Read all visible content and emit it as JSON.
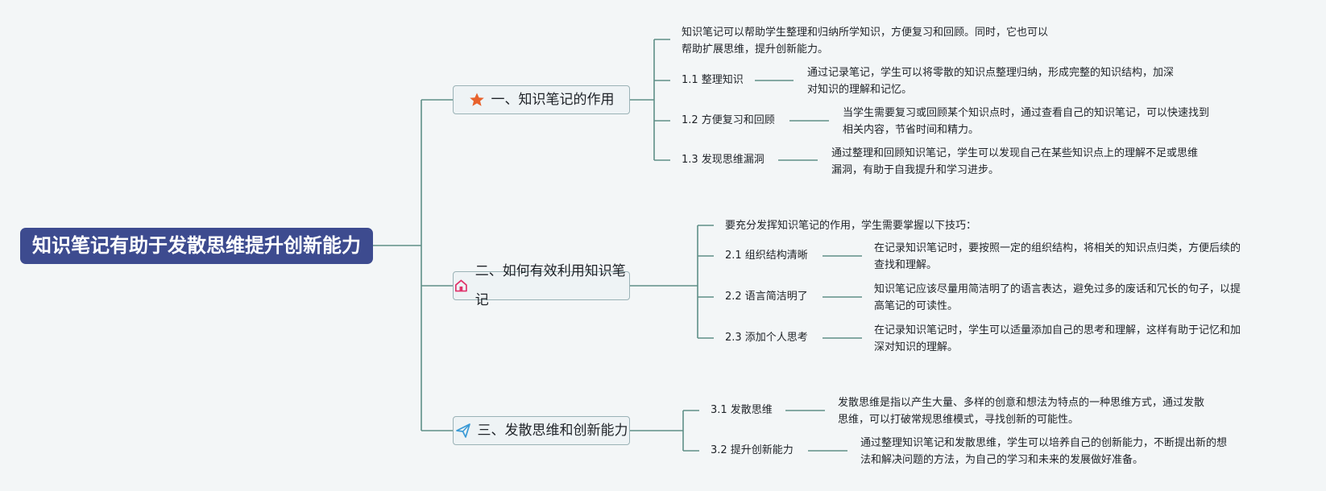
{
  "root": {
    "title": "知识笔记有助于发散思维提升创新能力"
  },
  "branches": [
    {
      "title": "一、知识笔记的作用",
      "icon": "star-icon",
      "intro": [
        "知识笔记可以帮助学生整理和归纳所学知识，方便复习和回顾。同时，它也可以",
        "帮助扩展思维，提升创新能力。"
      ],
      "children": [
        {
          "label": "1.1 整理知识",
          "desc": [
            "通过记录笔记，学生可以将零散的知识点整理归纳，形成完整的知识结构，加深",
            "对知识的理解和记忆。"
          ]
        },
        {
          "label": "1.2 方便复习和回顾",
          "desc": [
            "当学生需要复习或回顾某个知识点时，通过查看自己的知识笔记，可以快速找到",
            "相关内容，节省时间和精力。"
          ]
        },
        {
          "label": "1.3 发现思维漏洞",
          "desc": [
            "通过整理和回顾知识笔记，学生可以发现自己在某些知识点上的理解不足或思维",
            "漏洞，有助于自我提升和学习进步。"
          ]
        }
      ]
    },
    {
      "title": "二、如何有效利用知识笔记",
      "icon": "home-icon",
      "intro": [
        "要充分发挥知识笔记的作用，学生需要掌握以下技巧："
      ],
      "children": [
        {
          "label": "2.1 组织结构清晰",
          "desc": [
            "在记录知识笔记时，要按照一定的组织结构，将相关的知识点归类，方便后续的",
            "查找和理解。"
          ]
        },
        {
          "label": "2.2 语言简洁明了",
          "desc": [
            "知识笔记应该尽量用简洁明了的语言表达，避免过多的废话和冗长的句子，以提",
            "高笔记的可读性。"
          ]
        },
        {
          "label": "2.3 添加个人思考",
          "desc": [
            "在记录知识笔记时，学生可以适量添加自己的思考和理解，这样有助于记忆和加",
            "深对知识的理解。"
          ]
        }
      ]
    },
    {
      "title": "三、发散思维和创新能力",
      "icon": "send-icon",
      "children": [
        {
          "label": "3.1 发散思维",
          "desc": [
            "发散思维是指以产生大量、多样的创意和想法为特点的一种思维方式，通过发散",
            "思维，可以打破常规思维模式，寻找创新的可能性。"
          ]
        },
        {
          "label": "3.2 提升创新能力",
          "desc": [
            "通过整理知识笔记和发散思维，学生可以培养自己的创新能力，不断提出新的想",
            "法和解决问题的方法，为自己的学习和未来的发展做好准备。"
          ]
        }
      ]
    }
  ],
  "colors": {
    "root_bg": "#3d4b8f",
    "line": "#5f8f87",
    "star": "#e8622c",
    "home": "#e0336b",
    "send": "#3a9ad6"
  }
}
